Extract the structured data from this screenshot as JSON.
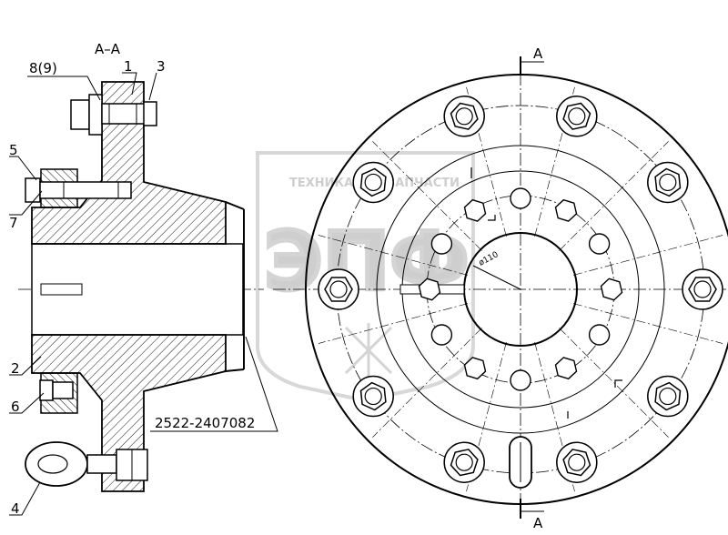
{
  "section_title": "A–A",
  "callouts": {
    "part_1": "1",
    "part_2": "2",
    "part_3": "3",
    "part_4": "4",
    "part_5": "5",
    "part_6": "6",
    "part_7": "7",
    "part_8_9": "8(9)"
  },
  "part_number": "2522-2407082",
  "section_marks": {
    "top": "A",
    "bottom": "A"
  },
  "dimension": "ø110",
  "watermark": {
    "top_text": "ТЕХНИКА",
    "top_text_2": "ЗАПЧАСТИ",
    "logo_text": "ЭПФ"
  },
  "colors": {
    "line": "#000000",
    "watermark": "#c9c9c9"
  }
}
